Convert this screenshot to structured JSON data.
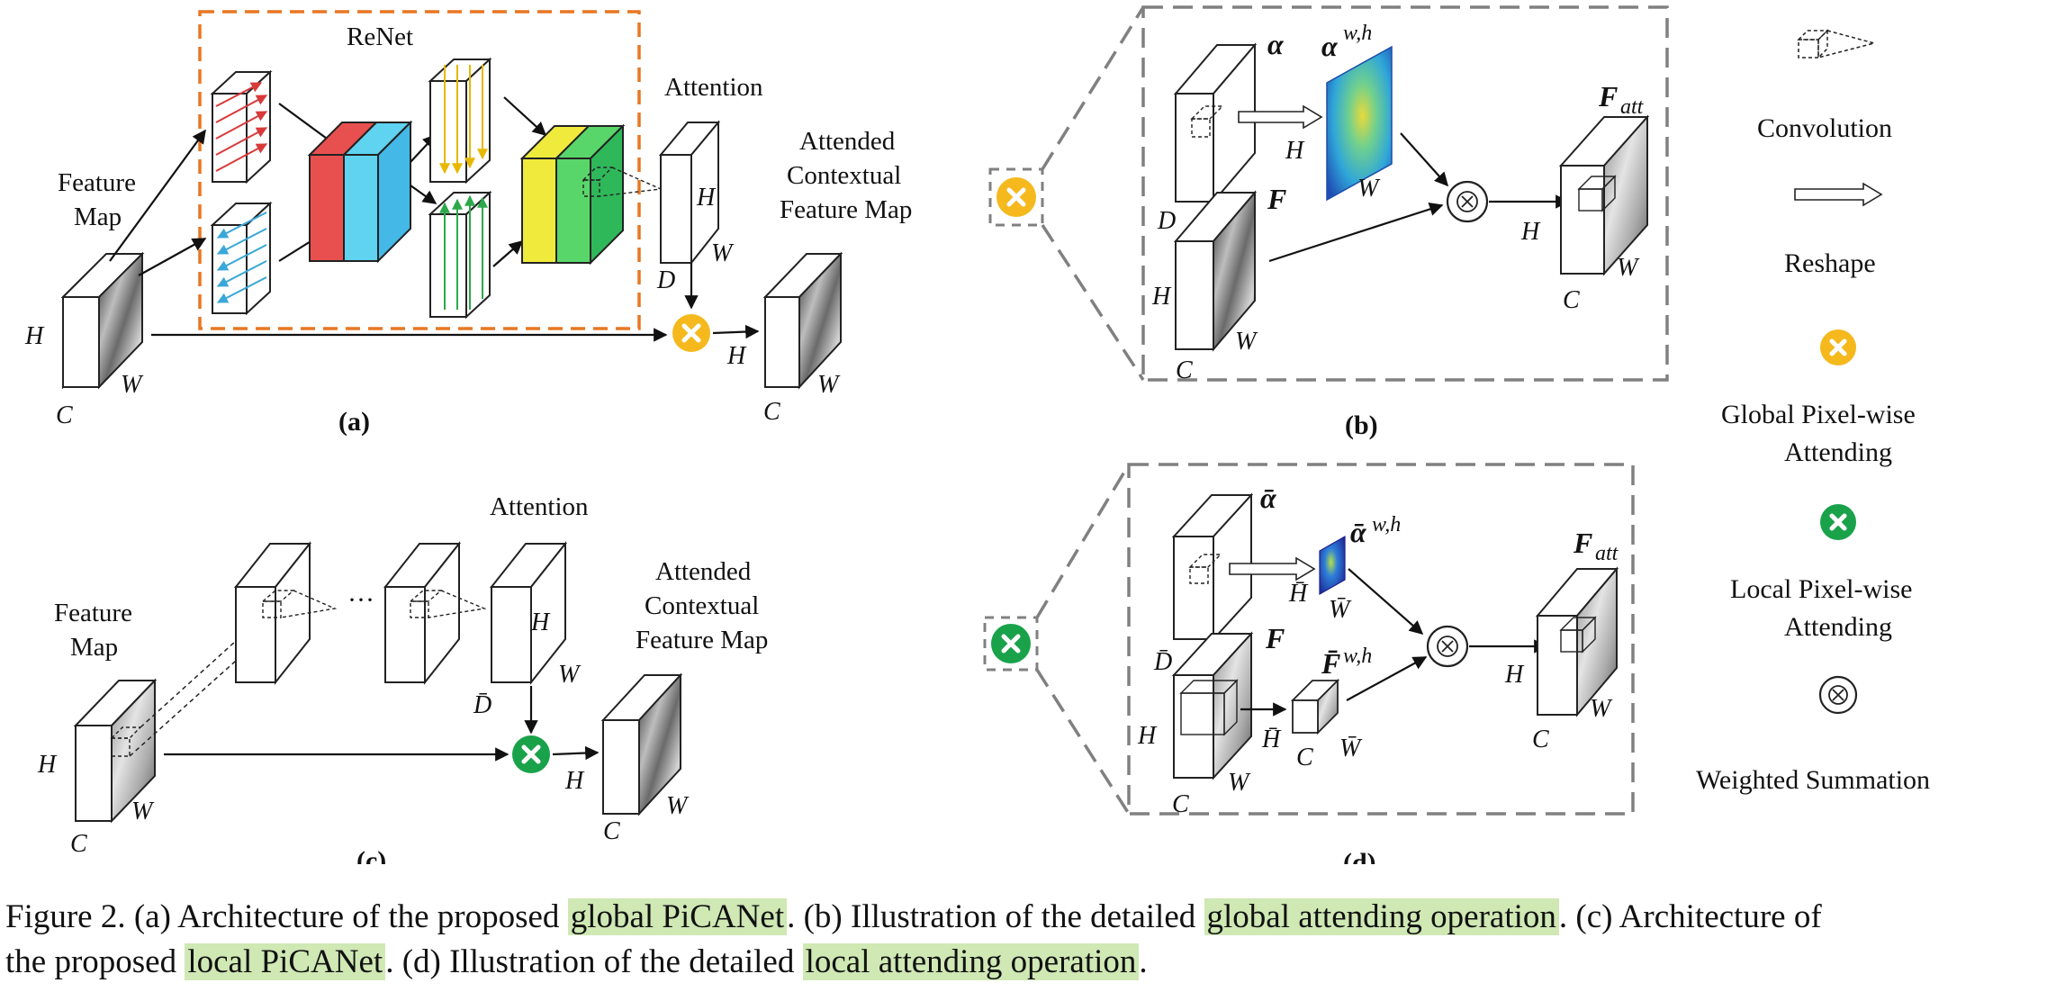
{
  "panels": {
    "a": {
      "label": "(a)",
      "renet": "ReNet",
      "feature_map": [
        "Feature",
        "Map"
      ],
      "attention": "Attention",
      "attended": [
        "Attended",
        "Contextual",
        "Feature Map"
      ],
      "dims": {
        "H": "H",
        "W": "W",
        "C": "C",
        "D": "D"
      }
    },
    "b": {
      "label": "(b)",
      "alpha": "α",
      "alpha_wh": "α",
      "alpha_wh_sup": "w,h",
      "F": "F",
      "F_att": "F",
      "F_att_sub": "att",
      "dims": {
        "H": "H",
        "W": "W",
        "C": "C",
        "D": "D"
      }
    },
    "c": {
      "label": "(c)",
      "feature_map": [
        "Feature",
        "Map"
      ],
      "attention": "Attention",
      "attended": [
        "Attended",
        "Contextual",
        "Feature Map"
      ],
      "dots": "···",
      "dims": {
        "H": "H",
        "W": "W",
        "C": "C",
        "D_bar": "D̄"
      }
    },
    "d": {
      "label": "(d)",
      "alpha_bar": "ᾱ",
      "alpha_bar_wh": "ᾱ",
      "alpha_bar_wh_sup": "w,h",
      "F": "F",
      "F_bar_wh": "F̄",
      "F_bar_wh_sup": "w,h",
      "F_att": "F",
      "F_att_sub": "att",
      "dims": {
        "H": "H",
        "W": "W",
        "C": "C",
        "D_bar": "D̄",
        "H_bar": "H̄",
        "W_bar": "W̄"
      }
    }
  },
  "legend": {
    "convolution": "Convolution",
    "reshape": "Reshape",
    "global": [
      "Global Pixel-wise",
      "Attending"
    ],
    "local": [
      "Local Pixel-wise",
      "Attending"
    ],
    "weighted": "Weighted Summation"
  },
  "colors": {
    "global_attending": "#f5b91e",
    "local_attending": "#1aa24a",
    "renet_box": "#e87722",
    "highlight": "#cfe8b4"
  },
  "caption": {
    "p1": "Figure 2. (a) Architecture of the proposed ",
    "h1": "global PiCANet",
    "p2": ". (b) Illustration of the detailed ",
    "h2": "global attending operation",
    "p3": ". (c) Architecture of",
    "p4": "the proposed ",
    "h3": "local PiCANet",
    "p5": ". (d) Illustration of the detailed ",
    "h4": "local attending operation",
    "p6": "."
  }
}
